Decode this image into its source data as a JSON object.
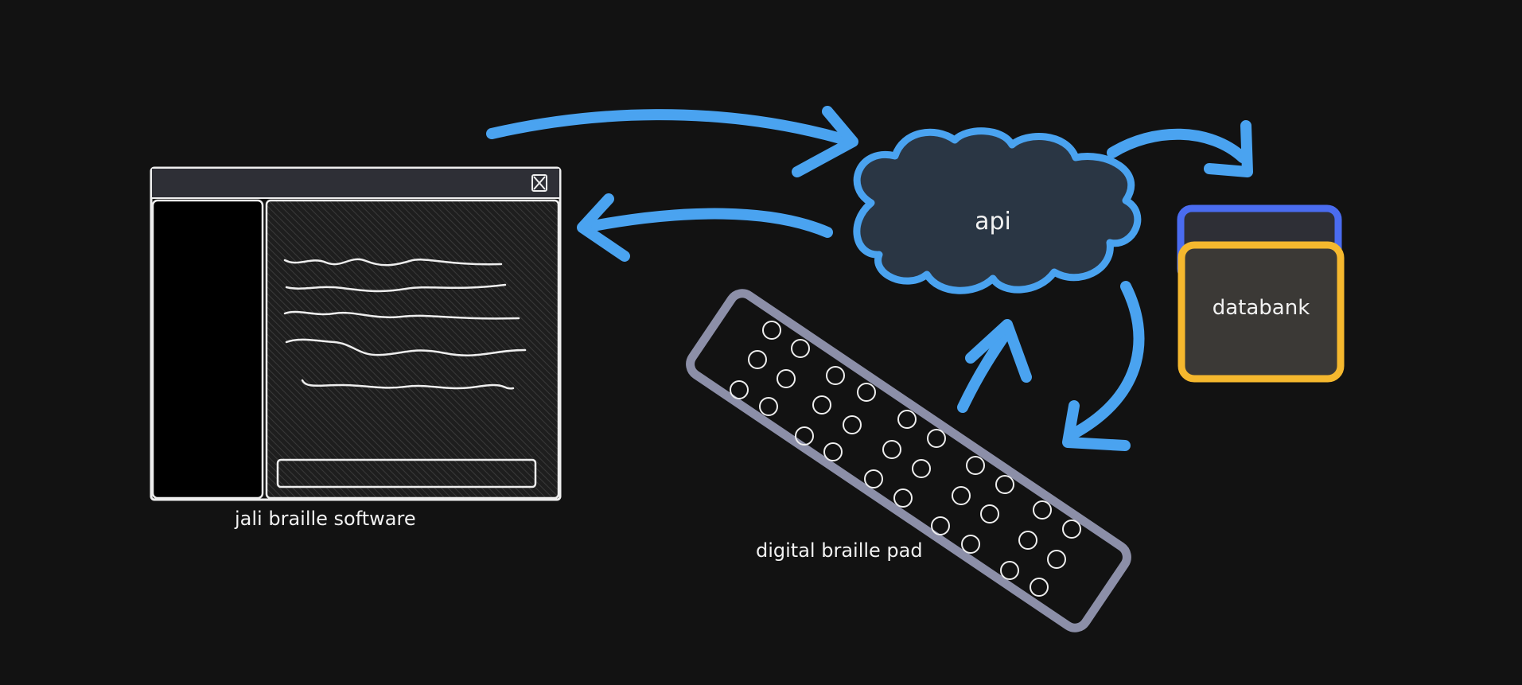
{
  "labels": {
    "software": "jali braille software",
    "pad": "digital braille pad",
    "api": "api",
    "databank": "databank"
  },
  "icons": {
    "window_close": "close-box-icon"
  },
  "colors": {
    "background": "#121212",
    "arrow": "#4aa3f0",
    "cloud_fill": "#2a3644",
    "cloud_stroke": "#4aa3f0",
    "window_stroke": "#eeeeee",
    "window_titlebar": "#2e2f36",
    "pad_stroke": "#8c8fa8",
    "databank_back": "#4a6cf0",
    "databank_front": "#f5b82e",
    "databank_fill": "#3b3936",
    "text": "#f2f2f2"
  }
}
